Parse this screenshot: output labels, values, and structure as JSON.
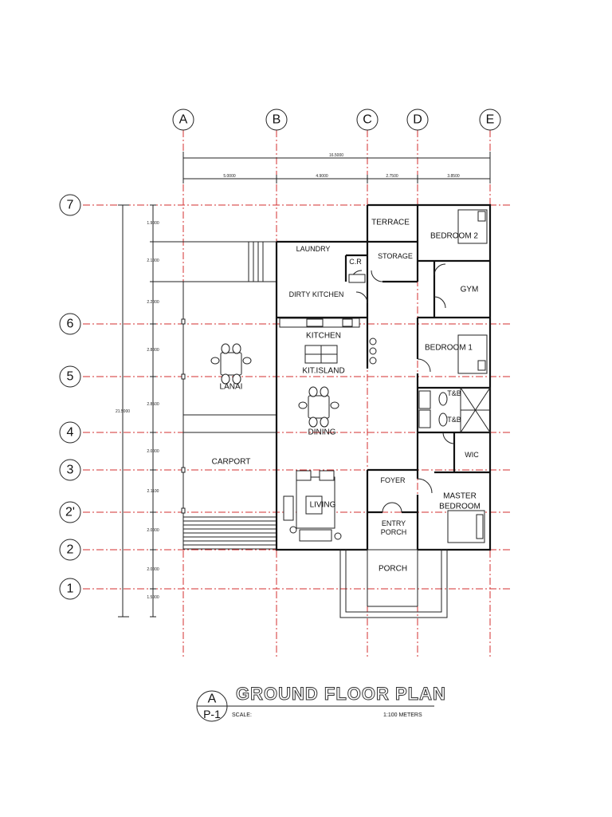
{
  "grid": {
    "columns": [
      "A",
      "B",
      "C",
      "D",
      "E"
    ],
    "rows": [
      "7",
      "6",
      "5",
      "4",
      "3",
      "2'",
      "2",
      "1"
    ]
  },
  "dimensions": {
    "total_width": "16.5000",
    "col_spacings": [
      "5.0000",
      "4.9000",
      "2.7500",
      "3.8500"
    ],
    "total_height": "21.5000",
    "row_spacings": [
      "1.9000",
      "2.1000",
      "2.2000",
      "2.8000",
      "2.8500",
      "2.0000",
      "2.1100",
      "2.0000",
      "2.0000",
      "1.5000"
    ]
  },
  "rooms": {
    "terrace": "TERRACE",
    "bedroom2": "BEDROOM 2",
    "laundry": "LAUNDRY",
    "cr": "C.R",
    "storage": "STORAGE",
    "gym": "GYM",
    "dirty_kitchen": "DIRTY KITCHEN",
    "kitchen": "KITCHEN",
    "bedroom1": "BEDROOM 1",
    "kit_island": "KIT.ISLAND",
    "lanai": "LANAI",
    "tb1": "T&B",
    "tb2": "T&B",
    "dining": "DINING",
    "carport": "CARPORT",
    "wic": "WIC",
    "foyer": "FOYER",
    "master_bedroom_1": "MASTER",
    "master_bedroom_2": "BEDROOM",
    "living": "LIVING",
    "entry_porch_1": "ENTRY",
    "entry_porch_2": "PORCH",
    "porch": "PORCH"
  },
  "title_block": {
    "title": "GROUND FLOOR PLAN",
    "sheet_letter": "A",
    "sheet_number": "P-1",
    "scale_label": "SCALE:",
    "scale_value": "1:100 METERS"
  }
}
